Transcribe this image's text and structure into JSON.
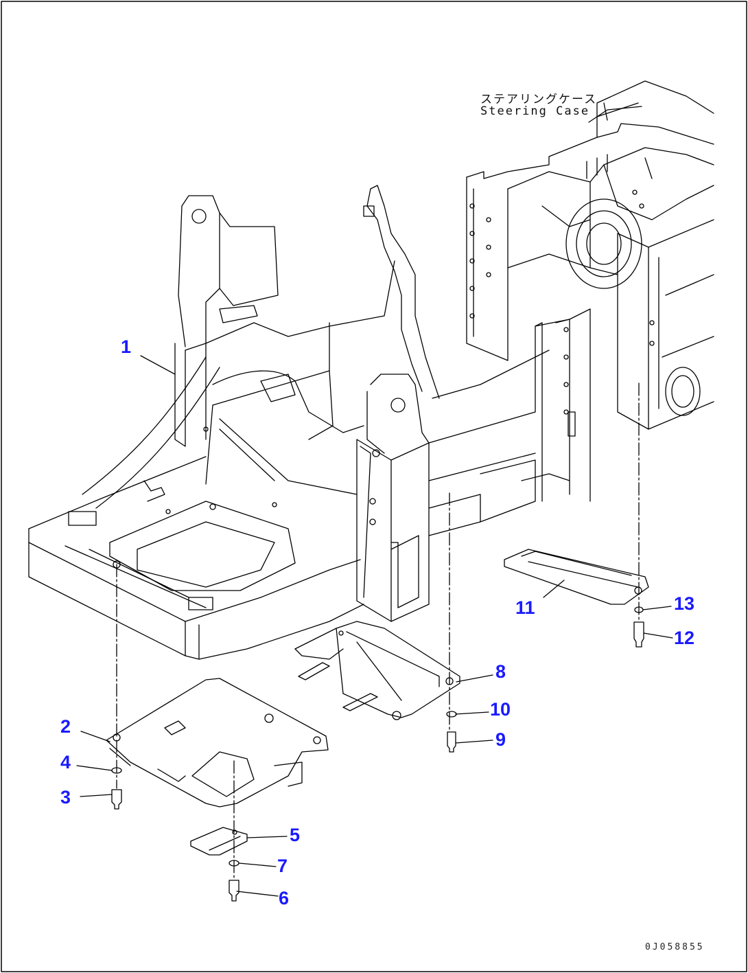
{
  "drawing": {
    "case_label_jp": "ステアリングケース",
    "case_label_en": "Steering Case",
    "code": "0J058855"
  },
  "callouts": [
    "1",
    "2",
    "3",
    "4",
    "5",
    "6",
    "7",
    "8",
    "9",
    "10",
    "11",
    "12",
    "13"
  ]
}
